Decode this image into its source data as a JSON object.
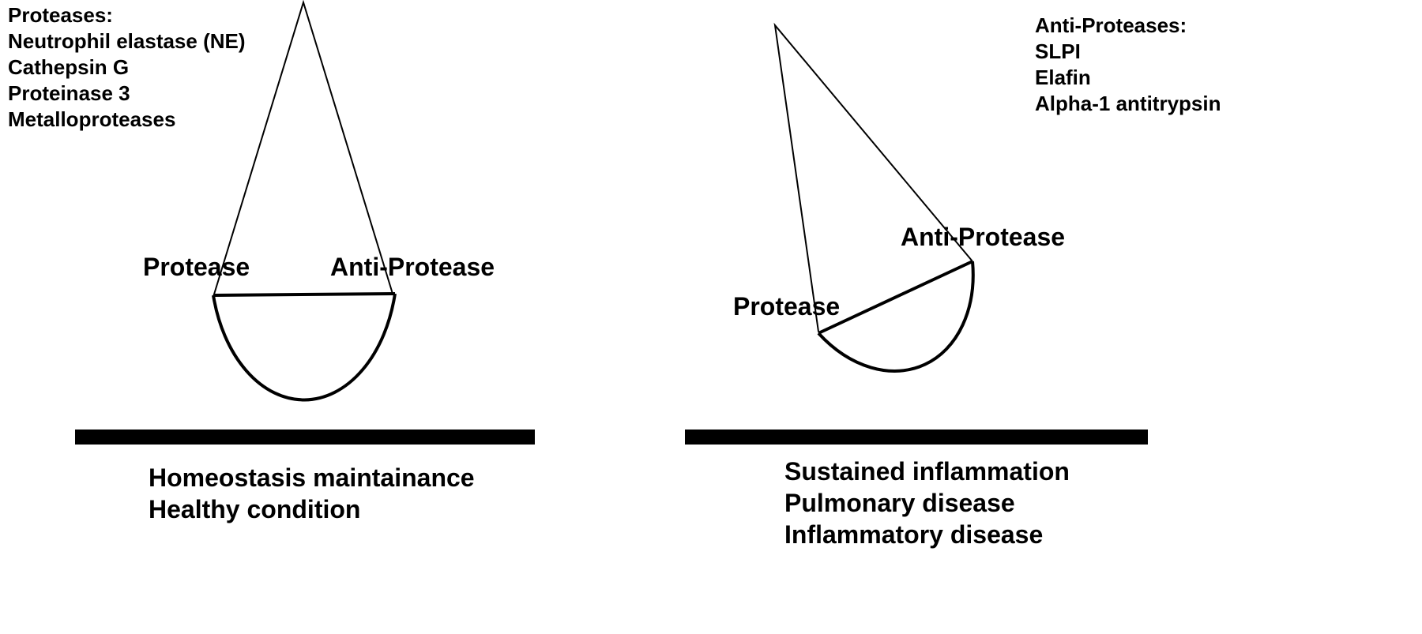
{
  "left_panel": {
    "list_heading": "Proteases:",
    "list_items": [
      "Neutrophil elastase (NE)",
      "Cathepsin G",
      "Proteinase 3",
      "Metalloproteases"
    ],
    "label_left": "Protease",
    "label_right": "Anti-Protease",
    "caption_lines": [
      "Homeostasis maintainance",
      "Healthy condition"
    ]
  },
  "right_panel": {
    "list_heading": "Anti-Proteases:",
    "list_items": [
      "SLPI",
      "Elafin",
      "Alpha-1 antitrypsin"
    ],
    "label_left": "Protease",
    "label_right": "Anti-Protease",
    "caption_lines": [
      "Sustained inflammation",
      "Pulmonary disease",
      "Inflammatory disease"
    ]
  }
}
